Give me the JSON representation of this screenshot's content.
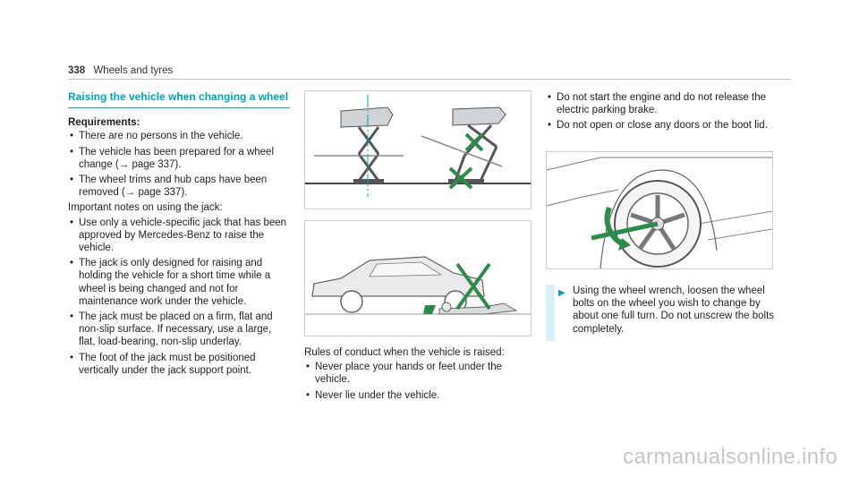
{
  "header": {
    "page_number": "338",
    "section": "Wheels and tyres"
  },
  "section_title": "Raising the vehicle when changing a wheel",
  "requirements": {
    "heading": "Requirements:",
    "items": [
      "There are no persons in the vehicle.",
      "The vehicle has been prepared for a wheel change (→ page 337).",
      "The wheel trims and hub caps have been removed (→ page 337)."
    ]
  },
  "notes": {
    "intro": "Important notes on using the jack:",
    "items": [
      "Use only a vehicle-specific jack that has been approved by Mercedes-Benz to raise the vehicle.",
      "The jack is only designed for raising and holding the vehicle for a short time while a wheel is being changed and not for maintenance work under the vehicle.",
      "The jack must be placed on a firm, flat and non-slip surface. If necessary, use a large, flat, load-bearing, non-slip underlay.",
      "The foot of the jack must be positioned vertically under the jack support point."
    ]
  },
  "conduct": {
    "intro": "Rules of conduct when the vehicle is raised:",
    "items": [
      "Never place your hands or feet under the vehicle.",
      "Never lie under the vehicle."
    ]
  },
  "precautions": {
    "items": [
      "Do not start the engine and do not release the electric parking brake.",
      "Do not open or close any doors or the boot lid."
    ]
  },
  "action_step": "Using the wheel wrench, loosen the wheel bolts on the wheel you wish to change by about one full turn. Do not unscrew the bolts completely.",
  "watermark": "carmanualsonline.info",
  "colors": {
    "accent": "#00a4b4",
    "highlight_bar": "#d7f0f3",
    "wrench_green": "#2c8a4a",
    "diagram_line": "#555555"
  },
  "figures": {
    "jack_alignment": "figure-jack-alignment",
    "no_person_under_car": "figure-no-person-under-vehicle",
    "wheel_wrench": "figure-loosen-wheel-bolts"
  }
}
